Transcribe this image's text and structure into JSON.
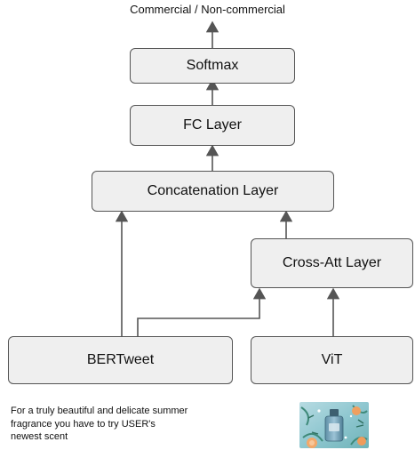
{
  "diagram": {
    "output_label": "Commercial / Non-commercial",
    "nodes": {
      "softmax": "Softmax",
      "fc_layer": "FC Layer",
      "concatenation": "Concatenation Layer",
      "cross_att": "Cross-Att Layer",
      "bertweet": "BERTweet",
      "vit": "ViT"
    },
    "text_input_example": "For a truly beautiful and delicate summer fragrance you have to try USER's newest scent",
    "image_input_description": "perfume-bottle-photo"
  }
}
